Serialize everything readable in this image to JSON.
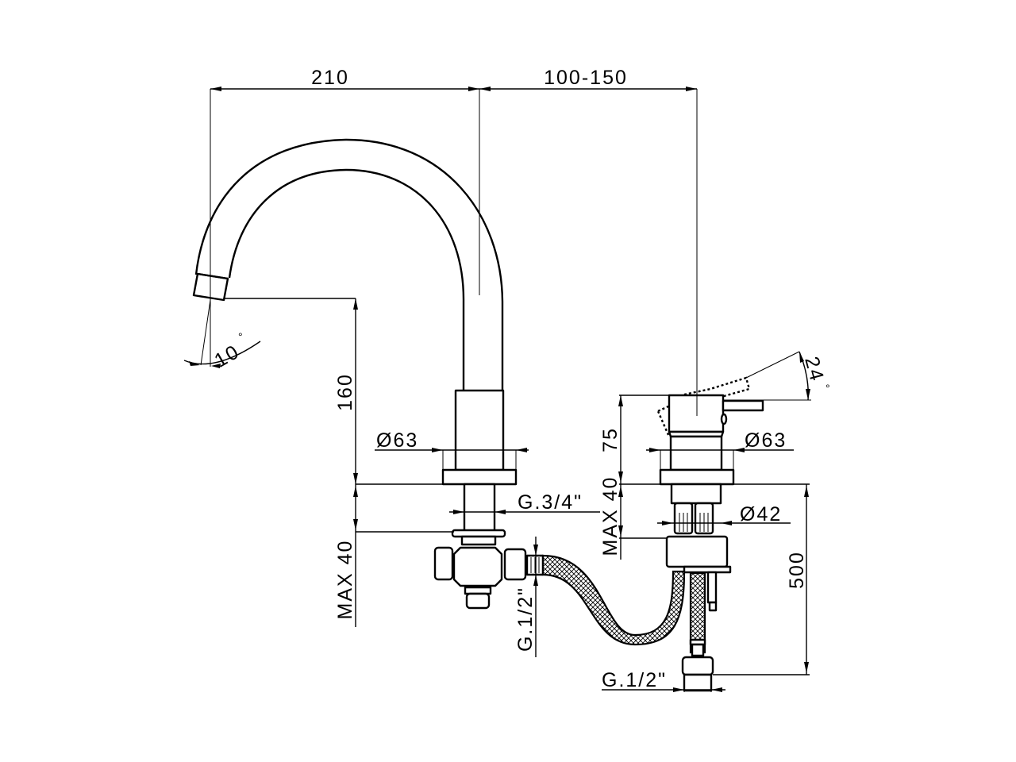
{
  "drawing": {
    "title": "Faucet installation dimensions",
    "line_color": "#000000",
    "background": "#ffffff",
    "dimensions": {
      "spout_reach": "210",
      "spacing": "100-150",
      "spout_height": "160",
      "spout_angle": "10",
      "lever_angle": "24",
      "degree_symbol": "°",
      "spout_base_diameter": "Ø63",
      "mixer_base_diameter": "Ø63",
      "mixer_body_height": "75",
      "deck_thickness_left": "MAX 40",
      "deck_thickness_right": "MAX 40",
      "shank_thread": "G.3/4\"",
      "mixer_shank_diameter": "Ø42",
      "hose_length": "500",
      "tee_thread": "G.1/2\"",
      "supply_thread": "G.1/2\""
    }
  }
}
